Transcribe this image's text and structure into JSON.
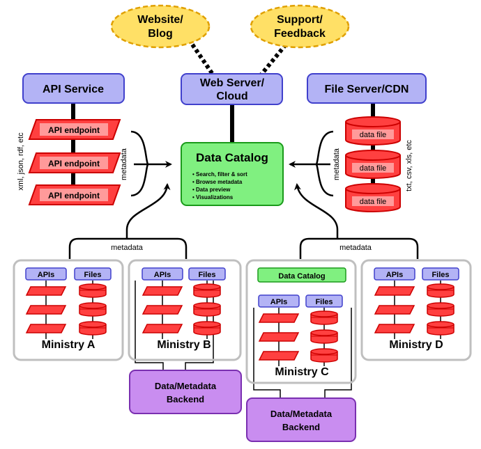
{
  "top": {
    "website": [
      "Website/",
      "Blog"
    ],
    "support": [
      "Support/",
      "Feedback"
    ]
  },
  "servers": {
    "api_service": "API Service",
    "web_server": [
      "Web Server/",
      "Cloud"
    ],
    "file_server": "File Server/CDN"
  },
  "api": {
    "endpoint_label": "API endpoint",
    "formats": "xml, json, rdf, etc"
  },
  "files": {
    "file_label": "data file",
    "formats": "txt, csv, xls, etc"
  },
  "metadata_label": "metadata",
  "catalog": {
    "title": "Data Catalog",
    "bullets": [
      "Search, filter & sort",
      "Browse metadata",
      "Data preview",
      "Visualizations"
    ]
  },
  "ministries": {
    "apis_label": "APIs",
    "files_label": "Files",
    "catalog_label": "Data Catalog",
    "names": [
      "Ministry A",
      "Ministry B",
      "Ministry C",
      "Ministry D"
    ]
  },
  "backend": [
    "Data/Metadata",
    "Backend"
  ],
  "colors": {
    "blue_box": "#b3b3f5",
    "blue_stroke": "#4040cc",
    "red_shape": "#ff4040",
    "red_stroke": "#cc0000",
    "red_inner": "#ff9a9a",
    "green_box": "#80f080",
    "yellow_cloud": "#ffe066",
    "purple_box": "#c98df0",
    "gray_frame": "#bfbfbf"
  }
}
